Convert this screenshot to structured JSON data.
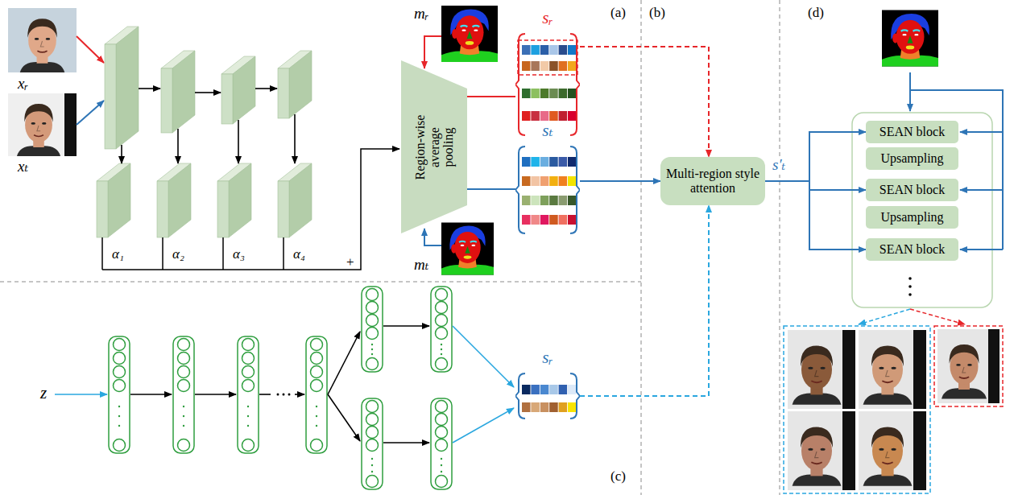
{
  "diagram": {
    "nodes": [
      {
        "text": [
          "Region-wise average pooling"
        ]
      },
      {
        "text": [
          "sᵣ"
        ]
      },
      {
        "text": [
          "sₜ"
        ]
      },
      {
        "text": [
          "Multi-region style attention"
        ]
      },
      {
        "text": [
          "SEAN block"
        ]
      },
      {
        "text": [
          "Upsampling"
        ]
      },
      {
        "text": [
          "SEAN block"
        ]
      },
      {
        "text": [
          "Upsampling"
        ]
      },
      {
        "text": [
          "SEAN block"
        ]
      },
      {
        "text": [
          "sᵣ"
        ]
      }
    ],
    "edges": [
      {
        "from": 0,
        "to": 1,
        "arrow": "none"
      },
      {
        "from": 0,
        "to": 2,
        "arrow": "none"
      },
      {
        "from": 1,
        "to": 3,
        "arrow": "to"
      },
      {
        "from": 2,
        "to": 3,
        "arrow": "to"
      },
      {
        "from": 9,
        "to": 3,
        "arrow": "to"
      },
      {
        "from": 3,
        "to": 4,
        "arrow": "to"
      },
      {
        "from": 3,
        "to": 6,
        "arrow": "to"
      },
      {
        "from": 3,
        "to": 8,
        "arrow": "to"
      }
    ],
    "labels": [
      "(a)",
      "(b)",
      "(c)",
      "(d)",
      "xᵣ",
      "xₜ",
      "mᵣ",
      "mₜ",
      "α₁",
      "α₂",
      "α₃",
      "α₄",
      "+",
      "z",
      "s′ₜ"
    ]
  }
}
